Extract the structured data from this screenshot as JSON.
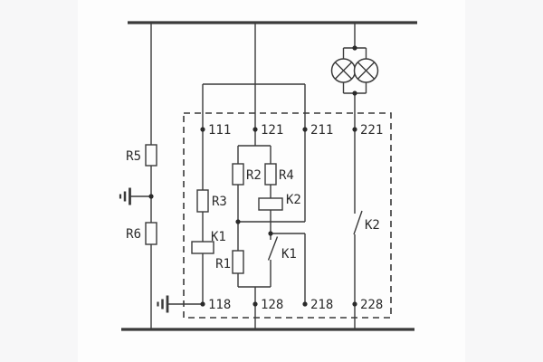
{
  "diagram": {
    "terminals": {
      "t111": "111",
      "t121": "121",
      "t211": "211",
      "t221": "221",
      "t118": "118",
      "t128": "128",
      "t218": "218",
      "t228": "228"
    },
    "components": {
      "r1": "R1",
      "r2": "R2",
      "r3": "R3",
      "r4": "R4",
      "r5": "R5",
      "r6": "R6",
      "k1_coil": "K1",
      "k2_coil": "K2",
      "k1_contact": "K1",
      "k2_contact": "K2"
    },
    "icons": {
      "lamp": "lamp-icon",
      "ground": "ground-icon"
    },
    "colors": {
      "line": "#3a3a3a",
      "text": "#2b2b2b",
      "background": "#f7f7f8",
      "panel": "#fdfdfd"
    }
  }
}
